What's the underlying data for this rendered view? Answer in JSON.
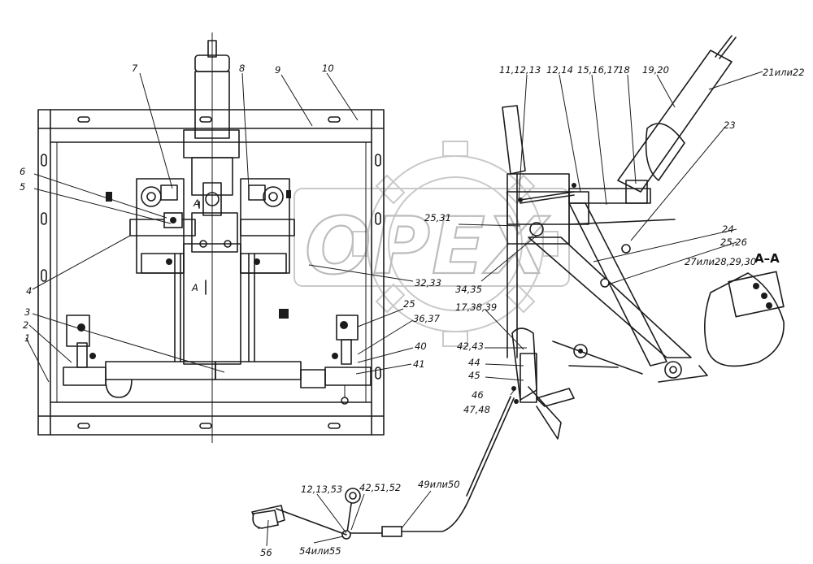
{
  "watermark": {
    "text": "OPEX"
  },
  "section_label": "A–A",
  "callouts": {
    "c7": "7",
    "c8": "8",
    "c9": "9",
    "c10": "10",
    "c6": "6",
    "c5": "5",
    "c4": "4",
    "c3": "3",
    "c2": "2",
    "c1": "1",
    "cA1": "A",
    "cA2": "A",
    "c3233": "32,33",
    "c25b": "25",
    "c3637": "36,37",
    "c40": "40",
    "c41": "41",
    "c111213": "11,12,13",
    "c1214": "12,14",
    "c151617": "15,16,17",
    "c18": "18",
    "c1920": "19,20",
    "c2122": "21или22",
    "c23": "23",
    "c2531": "25,31",
    "c24": "24",
    "c2526": "25,26",
    "c3435": "34,35",
    "c173839": "17,38,39",
    "c272830": "27или28,29,30",
    "c4243": "42,43",
    "c44": "44",
    "c45": "45",
    "c46": "46",
    "c474848": "47,48",
    "c121353": "12,13,53",
    "c425152": "42,51,52",
    "c4950": "49или50",
    "c56": "56",
    "c5455": "54или55"
  }
}
